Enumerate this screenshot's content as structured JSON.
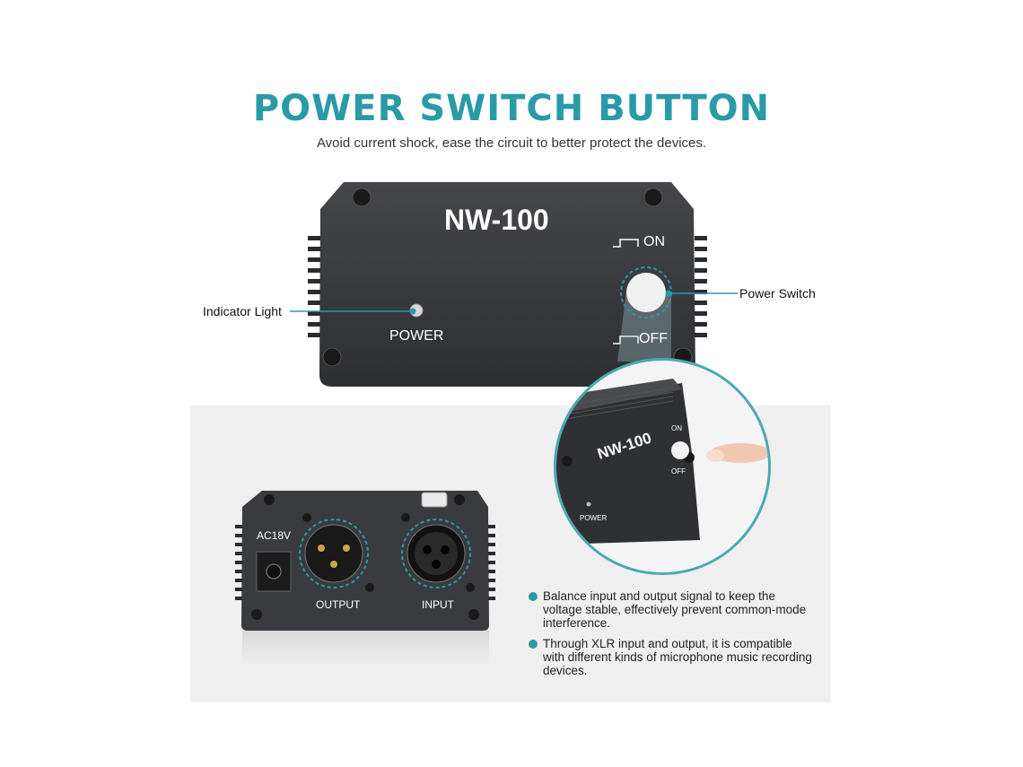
{
  "header": {
    "title": "POWER SWITCH BUTTON",
    "subtitle": "Avoid current shock, ease the circuit to better protect the devices."
  },
  "front_panel": {
    "model": "NW-100",
    "power_label": "POWER",
    "on_label": "ON",
    "off_label": "OFF"
  },
  "callouts": {
    "indicator_light": "Indicator Light",
    "power_switch": "Power Switch"
  },
  "back_panel": {
    "ac_label": "AC18V",
    "output_label": "OUTPUT",
    "input_label": "INPUT"
  },
  "zoom": {
    "model": "NW-100",
    "on_label": "ON",
    "off_label": "OFF",
    "power_label": "POWER"
  },
  "features": [
    {
      "text": "Balance input and output signal to keep the voltage stable, effectively prevent common-mode interference."
    },
    {
      "text": "Through XLR input and output, it is compatible with different kinds of microphone music recording devices."
    }
  ],
  "colors": {
    "accent": "#2a9aa6",
    "device_body": "#3a3b3e",
    "panel_bg": "#efefef"
  }
}
